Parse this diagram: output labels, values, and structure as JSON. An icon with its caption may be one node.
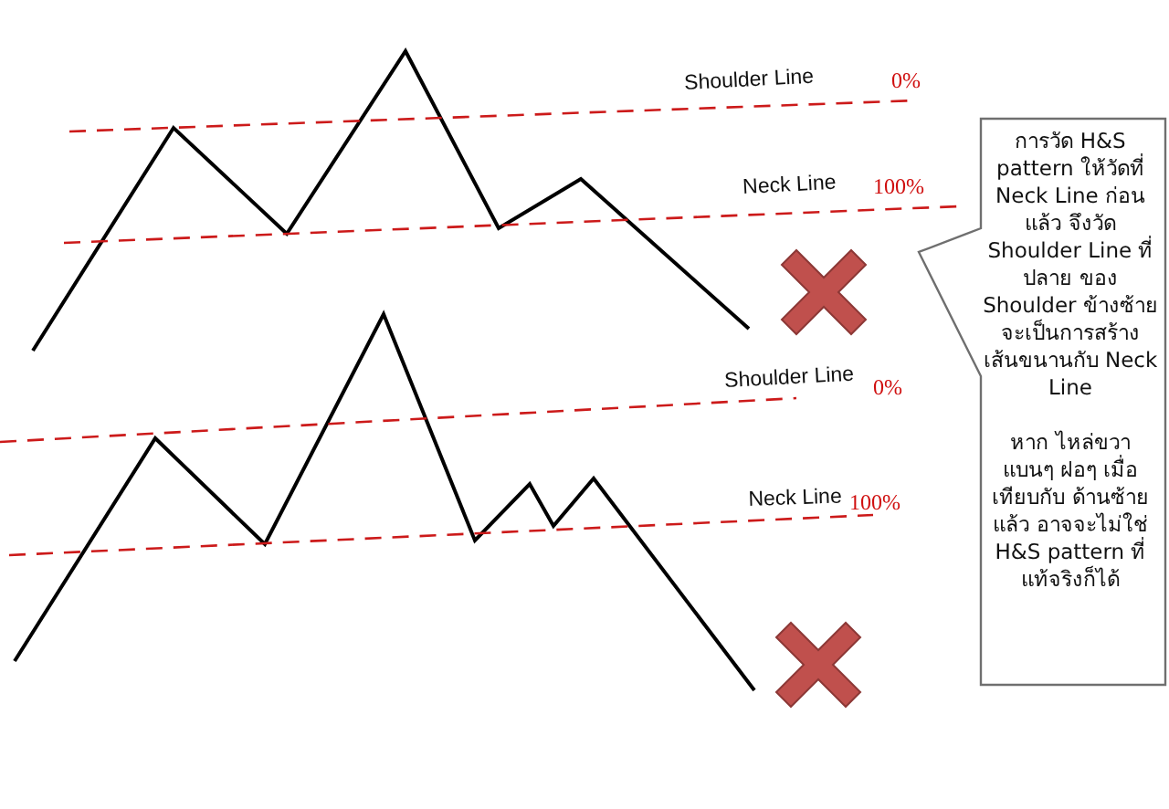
{
  "diagram": {
    "nodes": [
      {
        "text": [
          "การวัด H&S pattern ให้วัดที่ Neck Line ก่อน แล้ว จึงวัด Shoulder Line ที่ปลาย ของ Shoulder ข้างซ้าย จะเป็นการสร้าง เส้นขนานกับ Neck Line",
          "หาก ไหล่ขวา แบนๆ ฝอๆ เมื่อ เทียบกับ ด้านซ้ายแล้ว อาจจะไม่ใช่ H&S pattern ที่ แท้จริงก็ได้"
        ]
      }
    ],
    "edges": [],
    "labels": [
      "Shoulder Line",
      "0%",
      "Neck Line",
      "100%",
      "Shoulder Line",
      "0%",
      "Neck Line",
      "100%"
    ]
  }
}
